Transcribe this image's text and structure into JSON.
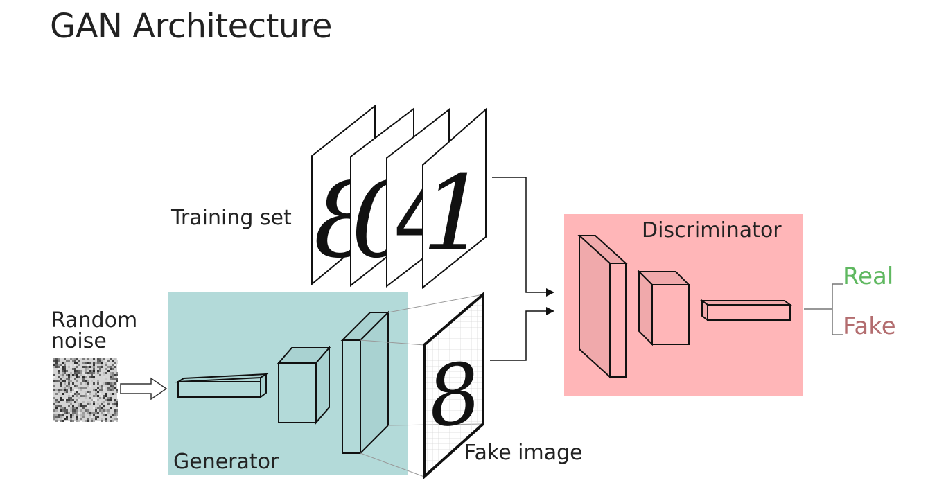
{
  "title": "GAN Architecture",
  "diagram": {
    "training_set_label": "Training set",
    "random_noise_label_line1": "Random",
    "random_noise_label_line2": "noise",
    "generator_label": "Generator",
    "fake_image_label": "Fake image",
    "discriminator_label": "Discriminator",
    "output_real_label": "Real",
    "output_fake_label": "Fake",
    "training_digits": [
      "8",
      "0",
      "4",
      "1"
    ],
    "fake_digit": "8"
  },
  "colors": {
    "generator_fill": "#b3dad9",
    "discriminator_fill": "#ffb6b8",
    "real_text": "#5fb860",
    "fake_text": "#b36d6f",
    "stroke": "#111111"
  }
}
